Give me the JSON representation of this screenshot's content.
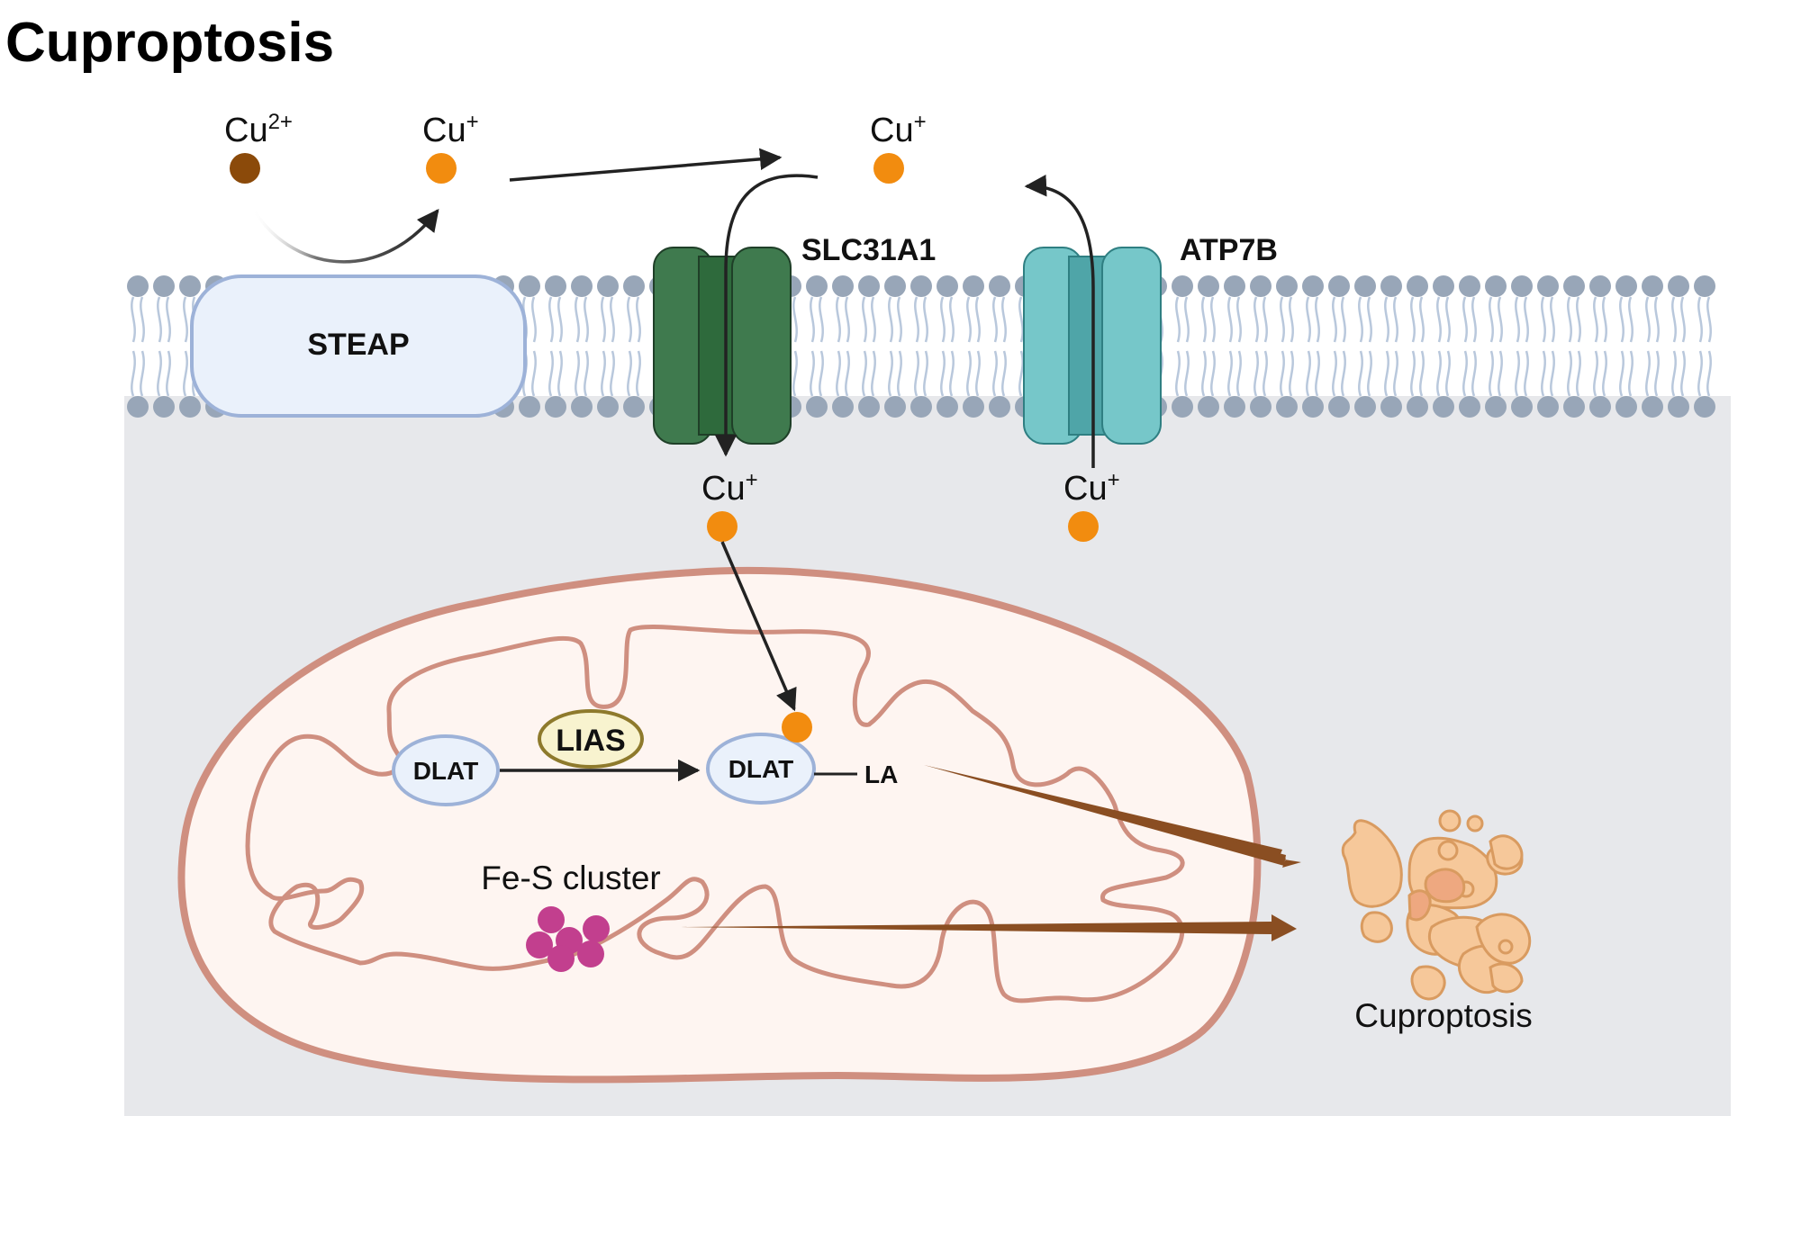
{
  "title": "Cuproptosis",
  "ions": {
    "cu2plus": {
      "base": "Cu",
      "charge": "2+"
    },
    "cu_plus_reduced": {
      "base": "Cu",
      "charge": "+"
    },
    "cu_plus_extracellular": {
      "base": "Cu",
      "charge": "+"
    },
    "cu_plus_cytosol_import": {
      "base": "Cu",
      "charge": "+"
    },
    "cu_plus_cytosol_export": {
      "base": "Cu",
      "charge": "+"
    }
  },
  "proteins": {
    "steap": "STEAP",
    "slc31a1": "SLC31A1",
    "atp7b": "ATP7B",
    "lias": "LIAS",
    "dlat_unmodified": "DLAT",
    "dlat_lipoylated": "DLAT",
    "la": "LA"
  },
  "labels": {
    "fe_s_cluster": "Fe-S cluster",
    "cuproptosis_outcome": "Cuproptosis"
  },
  "colors": {
    "cu2plus": "#8B4A0A",
    "cu_plus": "#F28C0F",
    "membrane_head": "#98A6B8",
    "membrane_tail": "#B9C8DC",
    "cytosol": "#E7E8EB",
    "steap_fill": "#EAF1FB",
    "steap_stroke": "#9DB2D8",
    "slc31a1_outer": "#3F7A4E",
    "slc31a1_inner": "#2E6A3C",
    "atp7b_outer": "#76C7C9",
    "atp7b_inner": "#4FA5A8",
    "mito_outer": "#CF8F80",
    "mito_fill": "#FEF5F1",
    "lias_fill": "#F8F3CF",
    "lias_stroke": "#8E7A2C",
    "fe_s": "#C23F8E",
    "brown_arrow": "#8A4E22",
    "dead_cell": "#F6C89A"
  }
}
